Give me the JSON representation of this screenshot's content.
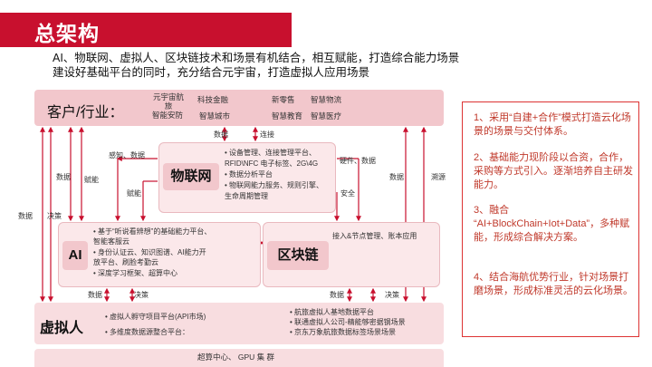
{
  "title": "总架构",
  "intro": [
    "AI、物联网、虚拟人、区块链技术和场景有机结合，相互赋能，打造综合能力场景",
    "建设好基础平台的同时，充分结合元宇宙，打造虚拟人应用场景"
  ],
  "customer": {
    "label": "客户/行业：",
    "items": [
      "元宇宙航旅",
      "科技金融",
      "新零售",
      "智慧物流",
      "智能安防",
      "智慧城市",
      "智慧教育",
      "智慧医疗"
    ]
  },
  "iot": {
    "label": "物联网",
    "lines": [
      "• 设备管理、连接管理平台、",
      "RFID\\NFC 电子标签、2G\\4G",
      "• 数据分析平台",
      "• 物联网能力服务、规则引擎、",
      "生命周期管理"
    ]
  },
  "ai": {
    "label": "AI",
    "lines": [
      "• 基于“听说看辨想”的基础能力平台、",
      "智能客服云",
      "• 身份认证云、知识图谱、AI能力开",
      "放平台、刷脸考勤云",
      "• 深度学习框架、超算中心"
    ]
  },
  "blockchain": {
    "label": "区块链",
    "lines": [
      "接入&节点管理、账本应用"
    ]
  },
  "virtual": {
    "label": "虚拟人",
    "left_lines": [
      "• 虚拟人孵守项目平台(API市场)",
      "• 多维度数据源整合平台："
    ],
    "right_lines": [
      "• 航旅虚拟人基地数据平台",
      "• 联通虚拟人公司-精能够密据钢场景",
      "• 京东万象航旅数据标签场景场景"
    ]
  },
  "infra": {
    "text": "超算中心、 GPU 集 群"
  },
  "flows": {
    "data": "数据",
    "connect": "连接",
    "sense": "感知、数据",
    "empower": "赋能",
    "decision": "决策",
    "hardware": "硬件、数据",
    "security": "安全",
    "trace": "溯源"
  },
  "side_notes": [
    "1、采用“自建+合作”模式打造云化场景的场景与交付体系。",
    "2、基础能力现阶段以合资，合作，采购等方式引入。逐渐培养自主研发能力。",
    "3、融合 “AI+BlockChain+Iot+Data”，多种赋能，形成综合解决方案。",
    "4、结合海航优势行业，针对场景打磨场景，形成标准灵活的云化场景。"
  ]
}
